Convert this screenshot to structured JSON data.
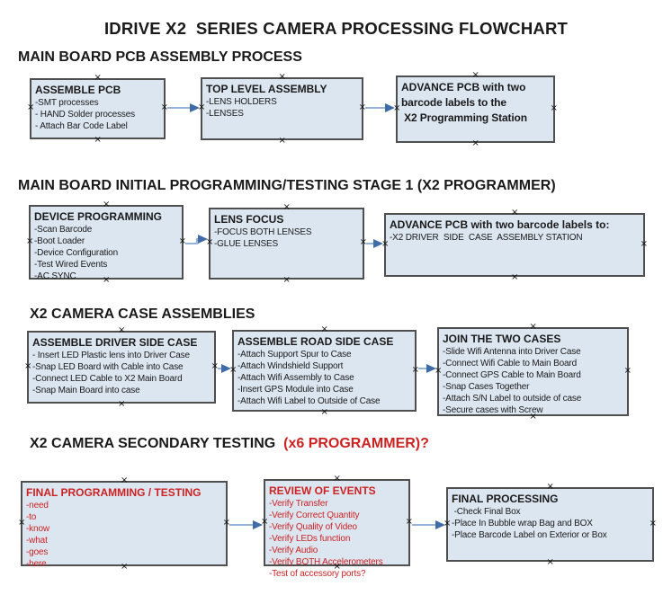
{
  "title": "IDRIVE X2  SERIES CAMERA PROCESSING FLOWCHART",
  "colors": {
    "box_fill": "#dce6f1",
    "box_border": "#4f4f4f",
    "arrow_line": "#95b3d7",
    "arrow_head": "#3f6ca6",
    "red_text": "#cc2222",
    "text": "#1a1a1a",
    "background": "#ffffff"
  },
  "sections": [
    {
      "heading": "MAIN BOARD PCB ASSEMBLY PROCESS",
      "heading_red": "",
      "boxes": [
        {
          "header": "ASSEMBLE PCB",
          "lines": [
            "-SMT processes",
            "- HAND Solder processes",
            "- Attach Bar Code Label"
          ]
        },
        {
          "header": "TOP LEVEL ASSEMBLY",
          "lines": [
            "-LENS HOLDERS",
            "-LENSES"
          ]
        },
        {
          "header": "ADVANCE PCB with two",
          "lines": [
            "barcode labels to the",
            " X2 Programming Station"
          ],
          "bold_lines": true
        }
      ]
    },
    {
      "heading": "MAIN BOARD INITIAL PROGRAMMING/TESTING STAGE 1 (X2 PROGRAMMER)",
      "heading_red": "",
      "boxes": [
        {
          "header": "DEVICE PROGRAMMING",
          "lines": [
            "-Scan Barcode",
            "-Boot Loader",
            "-Device Configuration",
            "-Test Wired Events",
            "-AC SYNC"
          ]
        },
        {
          "header": "LENS FOCUS",
          "lines": [
            "-FOCUS BOTH LENSES",
            "-GLUE LENSES"
          ]
        },
        {
          "header": "ADVANCE PCB with two barcode labels to:",
          "lines": [
            "-X2 DRIVER  SIDE  CASE  ASSEMBLY STATION"
          ]
        }
      ]
    },
    {
      "heading": "X2 CAMERA CASE ASSEMBLIES",
      "heading_red": "",
      "boxes": [
        {
          "header": "ASSEMBLE DRIVER SIDE CASE",
          "lines": [
            "- Insert LED Plastic lens into Driver Case",
            "-Snap LED Board with Cable into Case",
            "-Connect LED Cable to X2 Main Board",
            "-Snap Main Board into case"
          ]
        },
        {
          "header": "ASSEMBLE ROAD SIDE CASE",
          "lines": [
            "-Attach Support Spur to Case",
            "-Attach Windshield Support",
            "-Attach Wifi Assembly to Case",
            "-Insert GPS Module into Case",
            "-Attach Wifi Label to Outside of Case"
          ]
        },
        {
          "header": "JOIN THE TWO CASES",
          "lines": [
            "-Slide Wifi Antenna into Driver Case",
            "-Connect Wifi Cable to Main Board",
            "-Connect GPS Cable to Main Board",
            "-Snap Cases Together",
            "-Attach S/N Label to outside of case",
            "-Secure cases with Screw"
          ]
        }
      ]
    },
    {
      "heading": "X2 CAMERA SECONDARY TESTING ",
      "heading_red": " (x6 PROGRAMMER)?",
      "boxes": [
        {
          "header": "FINAL PROGRAMMING / TESTING",
          "lines": [
            "-need",
            "-to",
            "-know",
            "-what",
            "-goes",
            "-here"
          ],
          "red": true
        },
        {
          "header": "REVIEW OF EVENTS",
          "lines": [
            "-Verify Transfer",
            "-Verify Correct Quantity",
            "-Verify Quality of Video",
            "-Verify LEDs function",
            "-Verify Audio",
            "-Verify BOTH Accelerometers",
            "-Test of accessory ports?"
          ],
          "red": true
        },
        {
          "header": "FINAL PROCESSING",
          "lines": [
            " -Check Final Box",
            "-Place In Bubble wrap Bag and BOX",
            "-Place Barcode Label on Exterior or Box"
          ]
        }
      ]
    }
  ]
}
